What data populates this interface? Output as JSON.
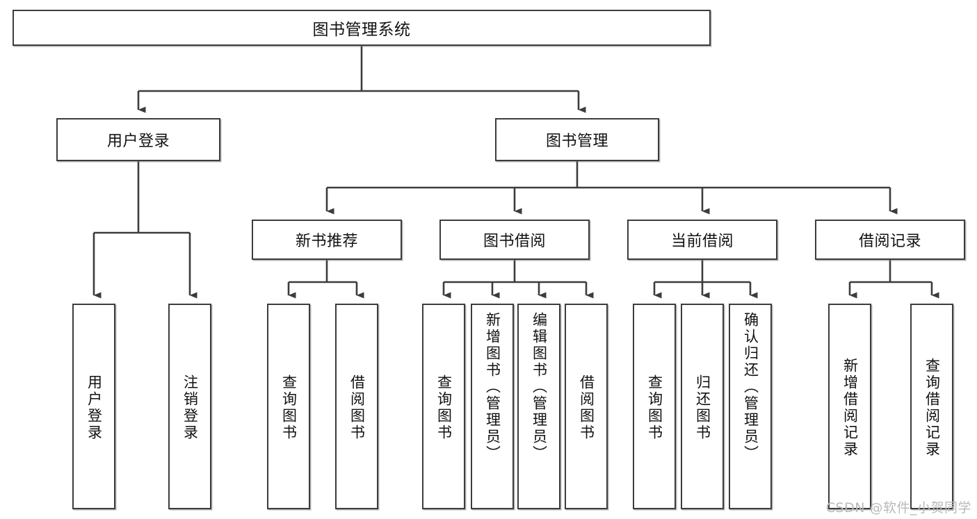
{
  "diagram": {
    "type": "tree",
    "title": "图书管理系统",
    "style": {
      "box_fill": "#ffffff",
      "box_border": "#3c3c3c",
      "text_color": "#111111",
      "connector_color": "#3c3c3c",
      "watermark_color": "#b9b9b9",
      "background": "#ffffff"
    },
    "root": {
      "label": "图书管理系统"
    },
    "level2": [
      {
        "label": "用户登录"
      },
      {
        "label": "图书管理"
      }
    ],
    "level3": [
      {
        "label": "新书推荐"
      },
      {
        "label": "图书借阅"
      },
      {
        "label": "当前借阅"
      },
      {
        "label": "借阅记录"
      }
    ],
    "leaves": {
      "user_login": [
        {
          "label": "用户登录"
        },
        {
          "label": "注销登录"
        }
      ],
      "new_book": [
        {
          "label": "查询图书"
        },
        {
          "label": "借阅图书"
        }
      ],
      "book_borrow": [
        {
          "label": "查询图书"
        },
        {
          "label": "新增图书（管理员）"
        },
        {
          "label": "编辑图书（管理员）"
        },
        {
          "label": "借阅图书"
        }
      ],
      "current_borrow": [
        {
          "label": "查询图书"
        },
        {
          "label": "归还图书"
        },
        {
          "label": "确认归还（管理员）"
        }
      ],
      "borrow_record": [
        {
          "label": "新增借阅记录"
        },
        {
          "label": "查询借阅记录"
        }
      ]
    }
  },
  "watermark": {
    "text": "CSDN @软件_小贺同学"
  }
}
